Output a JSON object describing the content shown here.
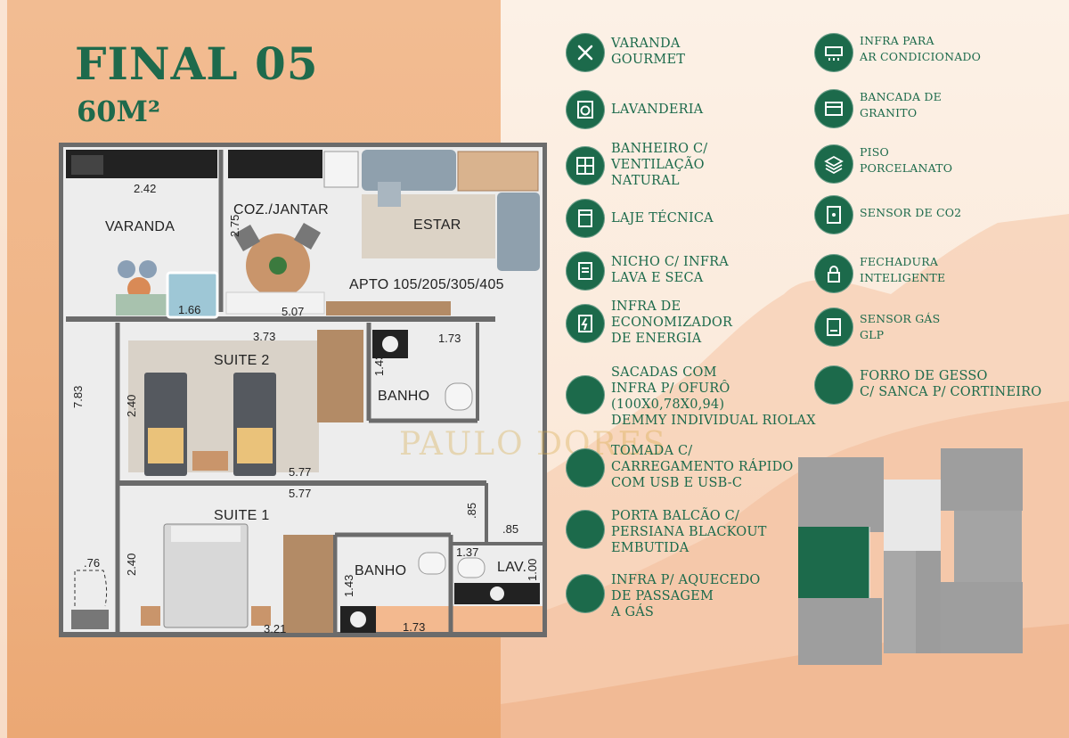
{
  "title": "FINAL 05",
  "area": "60M²",
  "watermark": "PAULO DORES",
  "plan": {
    "rooms": {
      "varanda": "VARANDA",
      "coz_jantar": "COZ./JANTAR",
      "estar": "ESTAR",
      "apto": "APTO 105/205/305/405",
      "suite2": "SUITE 2",
      "suite1": "SUITE 1",
      "banho1": "BANHO",
      "banho2": "BANHO",
      "lav": "LAV."
    },
    "dims": {
      "d242": "2.42",
      "d275": "2.75",
      "d166": "1.66",
      "d507": "5.07",
      "d373": "3.73",
      "d173a": "1.73",
      "d143a": "1.43",
      "d240a": "2.40",
      "d783": "7.83",
      "d577a": "5.77",
      "d577b": "5.77",
      "d85a": ".85",
      "d85b": ".85",
      "d137": "1.37",
      "d100": "1.00",
      "d76": ".76",
      "d240b": "2.40",
      "d143b": "1.43",
      "d321": "3.21",
      "d173b": "1.73"
    }
  },
  "features_left": [
    {
      "icon": "cooking-utensils-icon",
      "lines": [
        "VARANDA",
        "GOURMET"
      ]
    },
    {
      "icon": "washing-machine-icon",
      "lines": [
        "LAVANDERIA"
      ]
    },
    {
      "icon": "window-icon",
      "lines": [
        "BANHEIRO C/",
        "VENTILAÇÃO",
        "NATURAL"
      ]
    },
    {
      "icon": "slab-icon",
      "lines": [
        "LAJE TÉCNICA"
      ]
    },
    {
      "icon": "laundry-niche-icon",
      "lines": [
        "NICHO C/ INFRA",
        "LAVA E SECA"
      ]
    },
    {
      "icon": "energy-saver-icon",
      "lines": [
        "INFRA DE",
        "ECONOMIZADOR",
        "DE ENERGIA"
      ]
    },
    {
      "icon": "hot-tub-icon",
      "lines": [
        "SACADAS COM",
        "INFRA P/ OFURÔ",
        "(100X0,78X0,94)",
        "DEMMY INDIVIDUAL RIOLAX"
      ]
    },
    {
      "icon": "usb-outlet-icon",
      "lines": [
        "TOMADA C/",
        "CARREGAMENTO RÁPIDO",
        "COM USB E USB-C"
      ]
    },
    {
      "icon": "blackout-door-icon",
      "lines": [
        "PORTA BALCÃO C/",
        "PERSIANA BLACKOUT",
        "EMBUTIDA"
      ]
    },
    {
      "icon": "gas-heater-icon",
      "lines": [
        "INFRA P/ AQUECEDO",
        "DE PASSAGEM",
        "A GÁS"
      ]
    }
  ],
  "features_right": [
    {
      "icon": "air-conditioner-icon",
      "lines": [
        "INFRA PARA",
        "AR CONDICIONADO"
      ]
    },
    {
      "icon": "granite-counter-icon",
      "lines": [
        "BANCADA DE",
        "GRANITO"
      ]
    },
    {
      "icon": "porcelain-floor-icon",
      "lines": [
        "PISO",
        "PORCELANATO"
      ]
    },
    {
      "icon": "co2-sensor-icon",
      "lines": [
        "SENSOR DE CO2"
      ]
    },
    {
      "icon": "smart-lock-icon",
      "lines": [
        "FECHADURA",
        "INTELIGENTE"
      ]
    },
    {
      "icon": "gas-sensor-icon",
      "lines": [
        "SENSOR GÁS",
        "GLP"
      ]
    },
    {
      "icon": "gypsum-ceiling-icon",
      "lines": [
        "FORRO DE GESSO",
        "C/ SANCA P/ CORTINEIRO"
      ]
    }
  ]
}
